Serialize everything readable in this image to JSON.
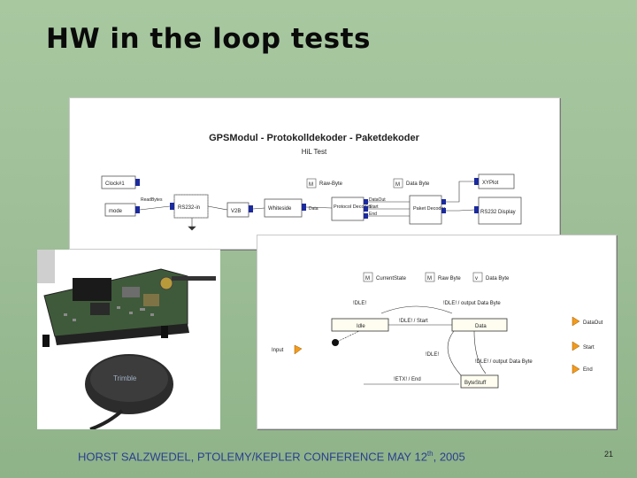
{
  "slide": {
    "title": "HW in the loop tests",
    "footer_prefix": "HORST SALZWEDEL, PTOLEMY/KEPLER CONFERENCE MAY 12",
    "footer_sup": "th",
    "footer_suffix": ", 2005",
    "page_number": "21"
  },
  "top_diagram": {
    "title": "GPSModul - Protokolldekoder - Paketdekoder",
    "subtitle": "HiL Test",
    "blocks": {
      "clock": "Clock#1",
      "mode": "mode",
      "raw_byte": "Raw-Byte",
      "data_byte": "Data Byte",
      "rs232": "RS232-in",
      "v2b": "V2B",
      "bitdecoder": "Whiteside",
      "protocol": "Protocol Decoder",
      "packet": "Paket Decoder",
      "xyplot": "XYPlot",
      "display": "RS232 Display"
    },
    "wire_labels": {
      "read_bytes": "ReadBytes",
      "data": "Data",
      "data_out": "DataOut",
      "start": "Start",
      "end": "End"
    },
    "icons": {
      "m_marker": "M"
    }
  },
  "bottom_diagram": {
    "params": {
      "current_state": "CurrentState",
      "raw_byte": "Raw Byte",
      "data_byte": "Data Byte"
    },
    "states": {
      "idle": "Idle",
      "data": "Data",
      "byte_stuff": "ByteStuff"
    },
    "transitions": {
      "dle_top": "!DLE!",
      "dle_output": "!DLE! / output Data Byte",
      "dle_start": "!DLE! / Start",
      "dle_mid": "!DLE!",
      "dle_output2": "!DLE! / output Data Byte",
      "etx_end": "!ETX! / End"
    },
    "ports": {
      "data_out": "DataOut",
      "start": "Start",
      "end": "End",
      "input": "Input"
    },
    "markers": {
      "m": "M",
      "v": "v"
    }
  },
  "photo": {
    "brand": "Trimble"
  }
}
